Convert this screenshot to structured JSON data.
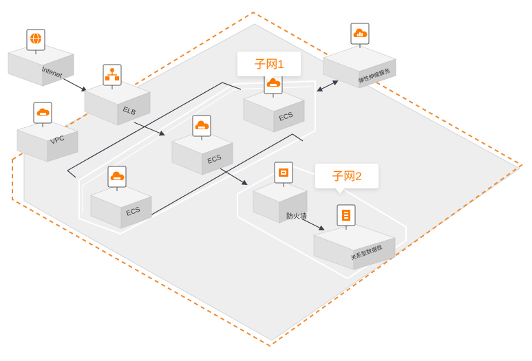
{
  "diagram": {
    "nodes": {
      "internet": {
        "label": "Intenet",
        "icon": "globe-icon"
      },
      "elb": {
        "label": "ELB",
        "icon": "load-balancer-icon"
      },
      "vpc": {
        "label": "VPC",
        "icon": "cloud-icon"
      },
      "autoscaling": {
        "label": "弹性伸缩服务",
        "icon": "bar-chart-cloud-icon"
      },
      "ecs_top": {
        "label": "ECS",
        "icon": "cloud-icon"
      },
      "ecs_mid": {
        "label": "ECS",
        "icon": "cloud-icon"
      },
      "ecs_bottom": {
        "label": "ECS",
        "icon": "cloud-icon"
      },
      "firewall": {
        "label": "防火墙",
        "icon": "firewall-icon"
      },
      "rdb": {
        "label": "关系型数据库",
        "icon": "database-icon"
      }
    },
    "subnets": {
      "subnet1": {
        "label": "子网1"
      },
      "subnet2": {
        "label": "子网2"
      }
    },
    "colors": {
      "accent": "#ff7a00",
      "dashed_border": "#f5a25a",
      "platform": "#eeeeee",
      "box_top": "#f4f4f4",
      "box_side": "#d9d9d9",
      "arrow": "#3a3d4a"
    }
  }
}
